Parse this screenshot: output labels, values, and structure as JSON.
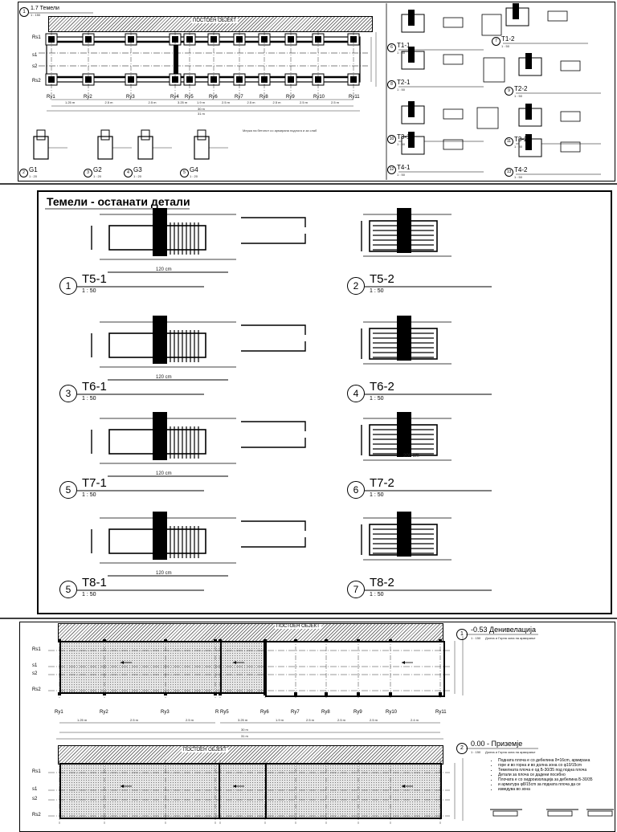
{
  "sheet1": {
    "title": "1.7 Темели",
    "scale": "1 : 150",
    "existing_label": "ПОСТОЕН ОБЈЕКТ",
    "axes_left": [
      "Rs1",
      "s1",
      "s2",
      "Rs2"
    ],
    "axes_bottom": [
      "Ry1",
      "Ry2",
      "Ry3",
      "Ry4",
      "Ry5",
      "Ry6",
      "Ry7",
      "Ry8",
      "Ry9",
      "Ry10",
      "Ry11"
    ],
    "spans": [
      "1.25 m",
      "2.5 m",
      "2.5 m",
      "3.25 m",
      "1.9 m",
      "2.5 m",
      "2.5 m",
      "2.5 m",
      "2.5 m",
      "2.5 m"
    ],
    "total_dims": [
      "30 m",
      "31 m"
    ],
    "beams": [
      {
        "num": "2",
        "name": "G1",
        "scale": "1 : 20"
      },
      {
        "num": "3",
        "name": "G2",
        "scale": "1 : 20"
      },
      {
        "num": "4",
        "name": "G3",
        "scale": "1 : 20"
      },
      {
        "num": "5",
        "name": "G4",
        "scale": "1 : 20"
      }
    ],
    "right_details": [
      {
        "num": "6",
        "name": "T1-1",
        "scale": "1 : 50"
      },
      {
        "num": "7",
        "name": "T1-2",
        "scale": "1 : 50"
      },
      {
        "num": "8",
        "name": "T2-1",
        "scale": "1 : 50"
      },
      {
        "num": "9",
        "name": "T2-2",
        "scale": "1 : 50"
      },
      {
        "num": "10",
        "name": "T3-1",
        "scale": "1 : 50"
      },
      {
        "num": "11",
        "name": "T3-2",
        "scale": "1 : 50"
      },
      {
        "num": "12",
        "name": "T4-1",
        "scale": "1 : 50"
      },
      {
        "num": "13",
        "name": "T4-2",
        "scale": "1 : 50"
      }
    ],
    "note": "Мерка на бетонот со армирана подлога и за слаб"
  },
  "sheet2": {
    "title": "Темели - останати детали",
    "details": [
      {
        "num": "1",
        "name": "T5-1",
        "scale": "1 : 50"
      },
      {
        "num": "2",
        "name": "T5-2",
        "scale": "1 : 50"
      },
      {
        "num": "3",
        "name": "T6-1",
        "scale": "1 : 50"
      },
      {
        "num": "4",
        "name": "T6-2",
        "scale": "1 : 50"
      },
      {
        "num": "5",
        "name": "T7-1",
        "scale": "1 : 50"
      },
      {
        "num": "6",
        "name": "T7-2",
        "scale": "1 : 50"
      },
      {
        "num": "5",
        "name": "T8-1",
        "scale": "1 : 50"
      },
      {
        "num": "7",
        "name": "T8-2",
        "scale": "1 : 50"
      }
    ],
    "dim_labels": [
      "120 cm",
      "120 cm",
      "120 cm",
      "120 cm",
      "200 cm"
    ]
  },
  "sheet3": {
    "plan1": {
      "num": "1",
      "title": "-0.53 Денивелација",
      "scale": "1 : 150",
      "subtitle": "Долна и Горна зона на армирање"
    },
    "plan2": {
      "num": "2",
      "title": "0.00 - Приземје",
      "scale": "1 : 150",
      "subtitle": "Долна и Горна зона на армирање"
    },
    "existing_label": "ПОСТОЕН ОБЈЕКТ",
    "axes_left": [
      "Rs1",
      "s1",
      "s2",
      "Rs2"
    ],
    "axes_bottom": [
      "Ry1",
      "Ry2",
      "Ry3",
      "R Ry5",
      "Ry6",
      "Ry7",
      "Ry8",
      "Ry9",
      "Ry10",
      "Ry11"
    ],
    "spans": [
      "1.25 m",
      "2.5 m",
      "2.5 m",
      "3.25 m",
      "1.9 m",
      "2.5 m",
      "2.5 m",
      "2.5 m",
      "2.4 m"
    ],
    "total_dims": [
      "30 m",
      "31 m"
    ],
    "notes": [
      "Подната плоча е со дебелина δ=16cm, армирана",
      "горе и во горна и во долна зона со φ10/15cm",
      "Темелната плоча е од Б-30/35 под подна плоча",
      "Детали за плоча се дадени посебно",
      "Плочата е со хидроизолација за дебелина Б-30/35",
      "и арматура φ8/15cm за подната плоча да се",
      "изведува во зона"
    ]
  }
}
